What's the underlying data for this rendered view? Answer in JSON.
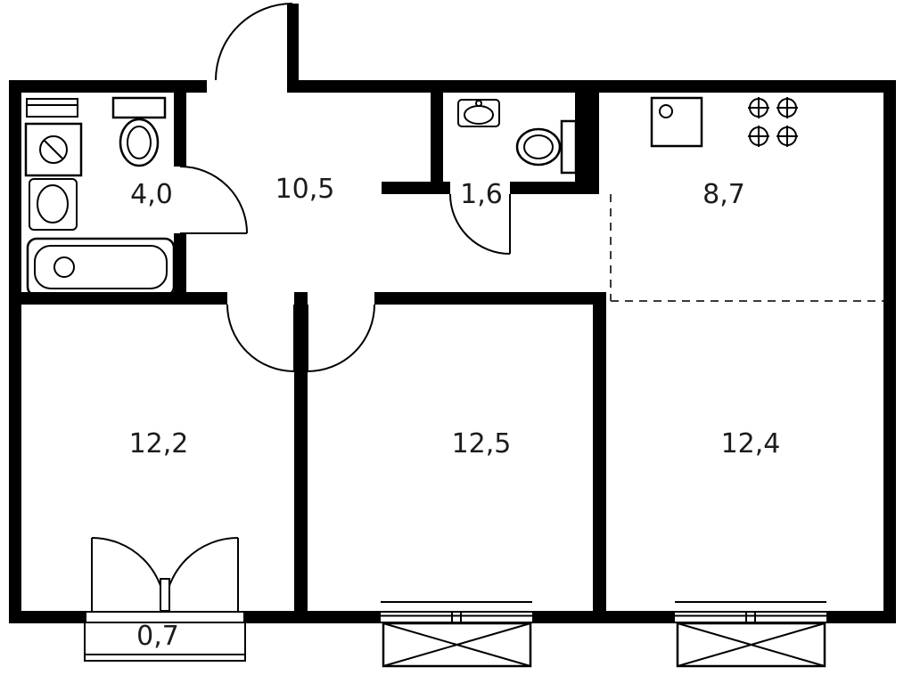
{
  "floorplan": {
    "background": "#ffffff",
    "wall_color": "#000000",
    "label_color": "#1c1c1c",
    "rooms": [
      {
        "name": "bathroom",
        "area_label": "4,0"
      },
      {
        "name": "hallway",
        "area_label": "10,5"
      },
      {
        "name": "wc",
        "area_label": "1,6"
      },
      {
        "name": "kitchen",
        "area_label": "8,7"
      },
      {
        "name": "bedroom-left",
        "area_label": "12,2"
      },
      {
        "name": "bedroom-middle",
        "area_label": "12,5"
      },
      {
        "name": "room-right",
        "area_label": "12,4"
      },
      {
        "name": "balcony",
        "area_label": "0,7"
      }
    ],
    "fixtures": [
      "bathtub-icon",
      "toilet-icon",
      "washbasin-icon",
      "washing-machine-icon",
      "shelf-icon",
      "wc-sink-icon",
      "wc-toilet-icon",
      "kitchen-sink-icon",
      "stove-icon"
    ]
  }
}
